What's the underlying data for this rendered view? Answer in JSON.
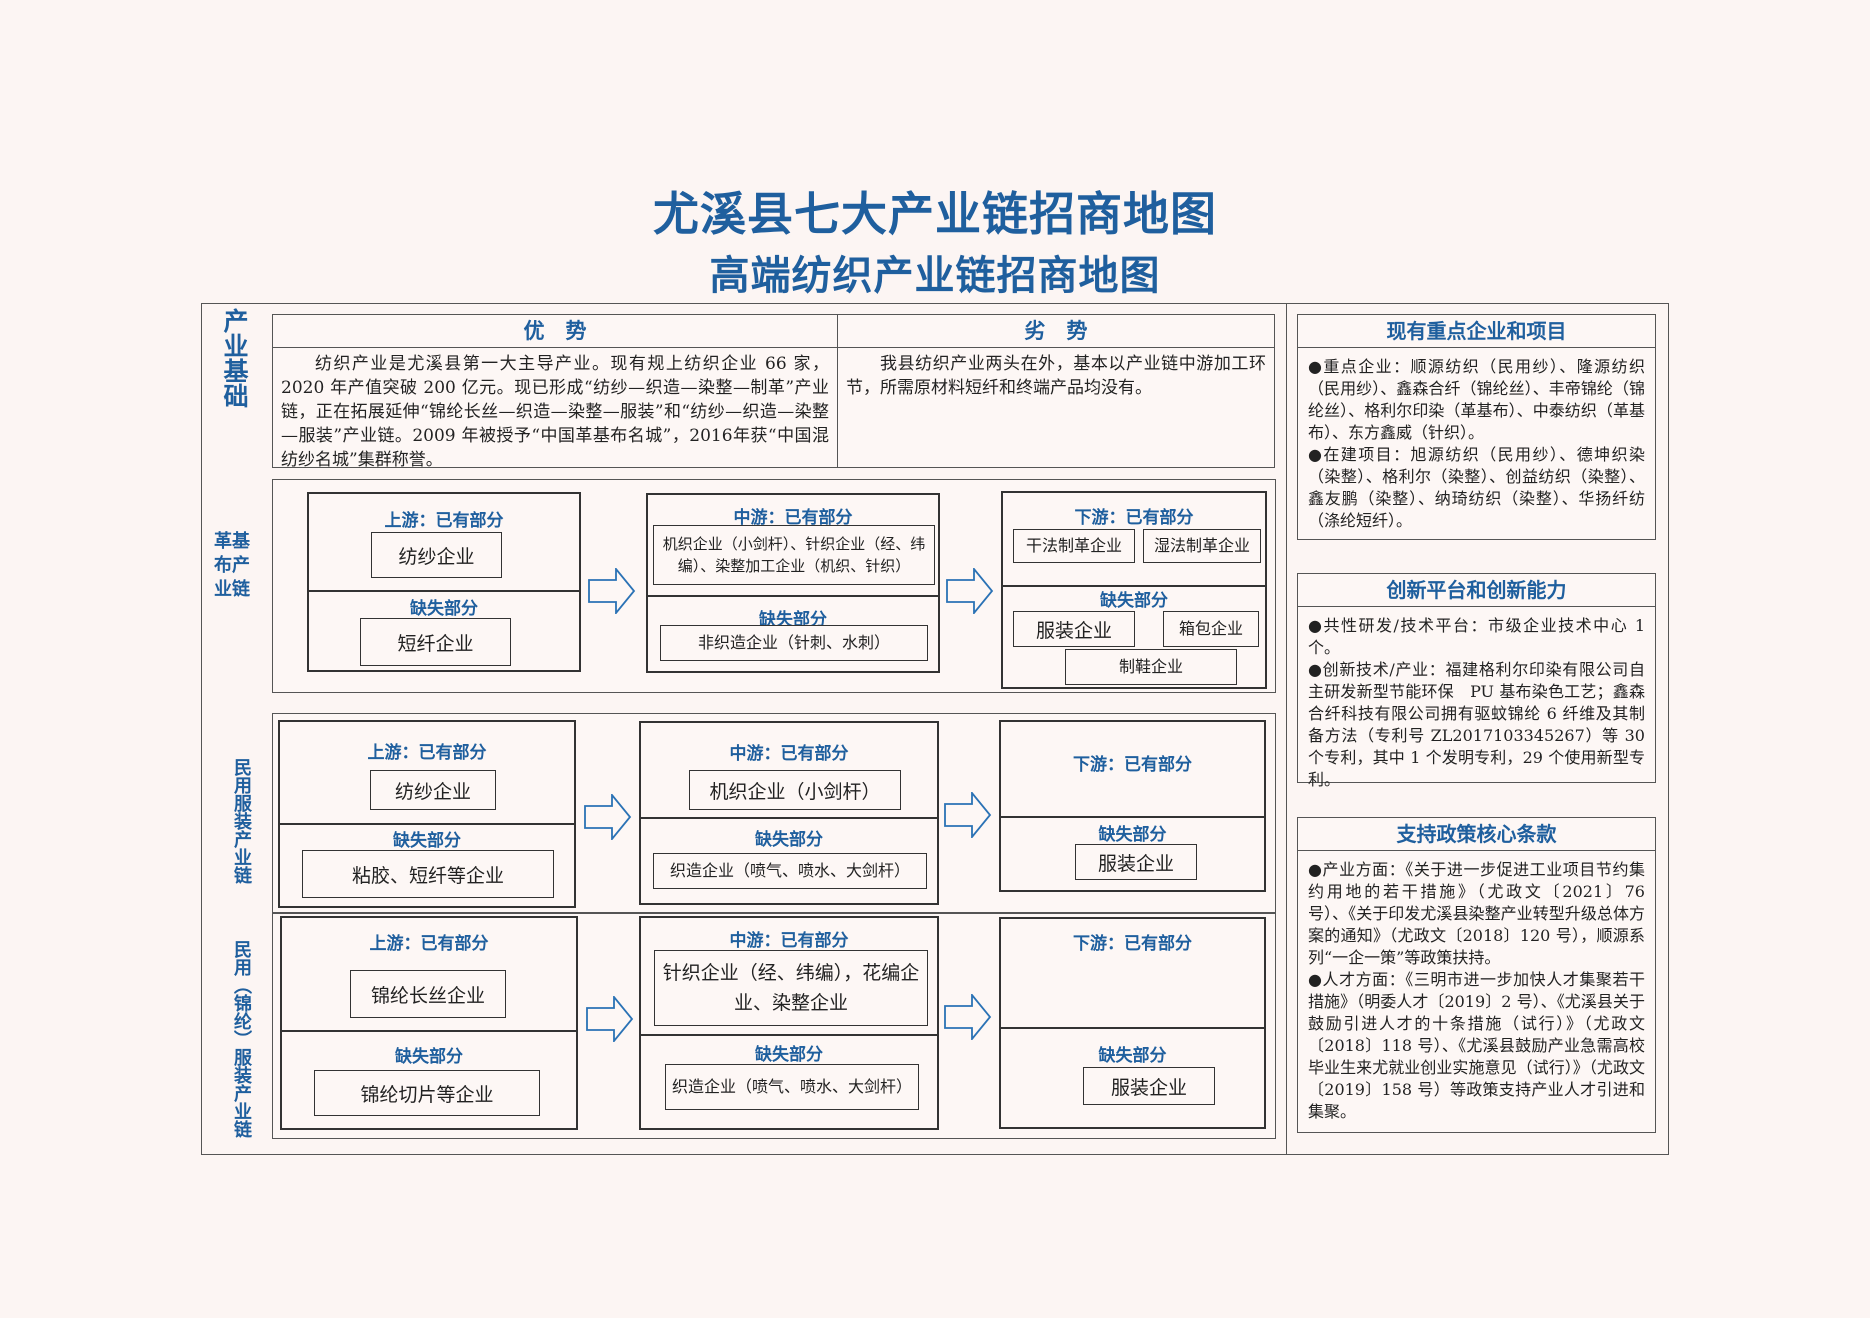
{
  "title": "尤溪县七大产业链招商地图",
  "subtitle": "高端纺织产业链招商地图",
  "base_label": "产业基础",
  "advantage": {
    "header": "优　势",
    "text": "纺织产业是尤溪县第一大主导产业。现有规上纺织企业 66 家，2020 年产值突破 200 亿元。现已形成“纺纱—织造—染整—制革”产业链，正在拓展延伸“锦纶长丝—织造—染整—服装”和“纺纱—织造—染整—服装”产业链。2009 年被授予“中国革基布名城”，2016年获“中国混纺纱名城”集群称誉。"
  },
  "disadvantage": {
    "header": "劣　势",
    "text": "我县纺织产业两头在外，基本以产业链中游加工环节，所需原材料短纤和终端产品均没有。"
  },
  "chains": [
    {
      "label": "革基布产业链",
      "upstream": {
        "have_label": "上游：已有部分",
        "have": [
          "纺纱企业"
        ],
        "missing_label": "缺失部分",
        "missing": [
          "短纤企业"
        ]
      },
      "midstream": {
        "have_label": "中游：已有部分",
        "have": [
          "机织企业（小剑杆）、针织企业（经、纬编）、染整加工企业（机织、针织）"
        ],
        "missing_label": "缺失部分",
        "missing": [
          "非织造企业（针刺、水刺）"
        ]
      },
      "downstream": {
        "have_label": "下游：已有部分",
        "have": [
          "干法制革企业",
          "湿法制革企业"
        ],
        "missing_label": "缺失部分",
        "missing": [
          "服装企业",
          "箱包企业",
          "制鞋企业"
        ]
      }
    },
    {
      "label": "民用服装产业链",
      "upstream": {
        "have_label": "上游：已有部分",
        "have": [
          "纺纱企业"
        ],
        "missing_label": "缺失部分",
        "missing": [
          "粘胶、短纤等企业"
        ]
      },
      "midstream": {
        "have_label": "中游：已有部分",
        "have": [
          "机织企业（小剑杆）"
        ],
        "missing_label": "缺失部分",
        "missing": [
          "织造企业（喷气、喷水、大剑杆）"
        ]
      },
      "downstream": {
        "have_label": "下游：已有部分",
        "have": [],
        "missing_label": "缺失部分",
        "missing": [
          "服装企业"
        ]
      }
    },
    {
      "label": "民用（锦纶）服装产业链",
      "upstream": {
        "have_label": "上游：已有部分",
        "have": [
          "锦纶长丝企业"
        ],
        "missing_label": "缺失部分",
        "missing": [
          "锦纶切片等企业"
        ]
      },
      "midstream": {
        "have_label": "中游：已有部分",
        "have": [
          "针织企业（经、纬编），花编企业、染整企业"
        ],
        "missing_label": "缺失部分",
        "missing": [
          "织造企业（喷气、喷水、大剑杆）"
        ]
      },
      "downstream": {
        "have_label": "下游：已有部分",
        "have": [],
        "missing_label": "缺失部分",
        "missing": [
          "服装企业"
        ]
      }
    }
  ],
  "right": {
    "enterprises": {
      "header": "现有重点企业和项目",
      "items": [
        "●重点企业：顺源纺织（民用纱）、隆源纺织（民用纱）、鑫森合纤（锦纶丝）、丰帝锦纶（锦纶丝）、格利尔印染（革基布）、中泰纺织（革基布）、东方鑫威（针织）。",
        "●在建项目：旭源纺织（民用纱）、德坤织染（染整）、格利尔（染整）、创益纺织（染整）、鑫友鹏（染整）、纳琦纺织（染整）、华扬纤纺（涤纶短纤）。"
      ]
    },
    "innovation": {
      "header": "创新平台和创新能力",
      "items": [
        "●共性研发/技术平台：市级企业技术中心 1 个。",
        "●创新技术/产业：福建格利尔印染有限公司自主研发新型节能环保　PU 基布染色工艺；鑫森合纤科技有限公司拥有驱蚊锦纶 6 纤维及其制备方法（专利号 ZL2017103345267）等 30 个专利，其中 1 个发明专利，29 个使用新型专利。"
      ]
    },
    "policy": {
      "header": "支持政策核心条款",
      "items": [
        "●产业方面：《关于进一步促进工业项目节约集约用地的若干措施》（尤政文〔2021〕76 号）、《关于印发尤溪县染整产业转型升级总体方案的通知》（尤政文〔2018〕120 号），顺源系列“一企一策”等政策扶持。",
        "●人才方面：《三明市进一步加快人才集聚若干措施》（明委人才〔2019〕2 号）、《尤溪县关于鼓励引进人才的十条措施（试行）》（尤政文〔2018〕118 号）、《尤溪县鼓励产业急需高校毕业生来尤就业创业实施意见（试行）》（尤政文〔2019〕158 号）等政策支持产业人才引进和集聚。"
      ]
    }
  },
  "colors": {
    "accent": "#1f5f9e",
    "background": "#fcf5f3",
    "line": "#333333"
  }
}
